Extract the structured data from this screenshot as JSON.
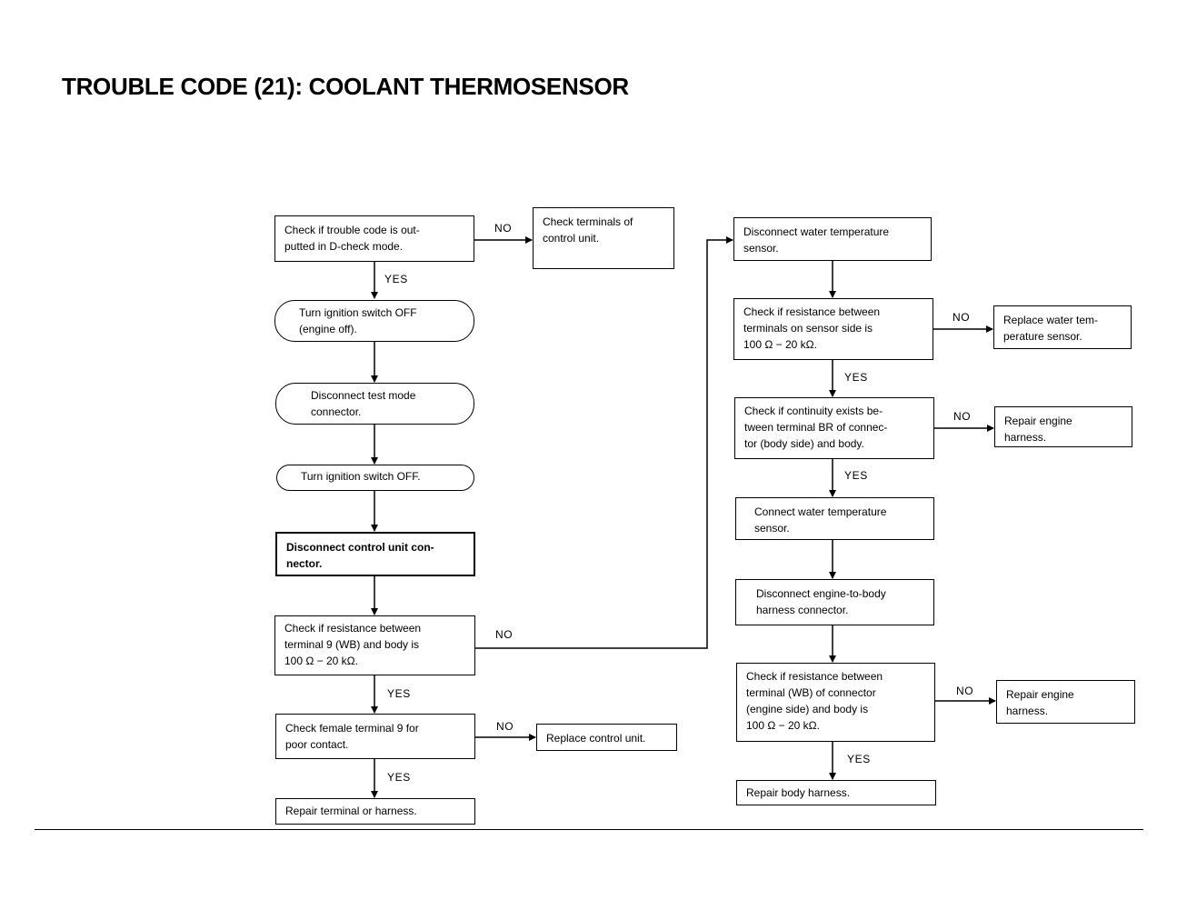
{
  "title": "TROUBLE CODE (21): COOLANT THERMOSENSOR",
  "labels": {
    "yes": "YES",
    "no": "NO"
  },
  "left_column": {
    "check_code": "Check if trouble code is out-\nputted in D-check mode.",
    "check_terminals": "Check terminals of\ncontrol unit.",
    "ignition_off_engine": "Turn ignition switch OFF\n(engine off).",
    "disconnect_test_mode": "Disconnect test mode\nconnector.",
    "ignition_off": "Turn ignition switch OFF.",
    "disconnect_control_unit": "Disconnect control unit con-\nnector.",
    "check_resistance_terminal9": "Check if resistance between\nterminal 9 (WB) and body is\n100 Ω − 20 kΩ.",
    "check_female_terminal": "Check female terminal 9 for\npoor contact.",
    "replace_control_unit": "Replace control unit.",
    "repair_terminal": "Repair terminal or harness."
  },
  "right_column": {
    "disconnect_water_sensor": "Disconnect water temperature\nsensor.",
    "check_resistance_sensor": "Check if resistance between\nterminals on sensor side is\n100 Ω − 20 kΩ.",
    "replace_water_sensor": "Replace water tem-\nperature sensor.",
    "check_continuity": "Check if continuity exists be-\ntween terminal BR of connec-\ntor (body side) and body.",
    "repair_engine_harness_1": "Repair engine\nharness.",
    "connect_water_sensor": "Connect water temperature\nsensor.",
    "disconnect_harness_connector": "Disconnect engine-to-body\nharness connector.",
    "check_resistance_connector": "Check if resistance between\nterminal (WB) of connector\n(engine side) and body is\n100 Ω − 20 kΩ.",
    "repair_engine_harness_2": "Repair engine\nharness.",
    "repair_body_harness": "Repair body harness."
  }
}
